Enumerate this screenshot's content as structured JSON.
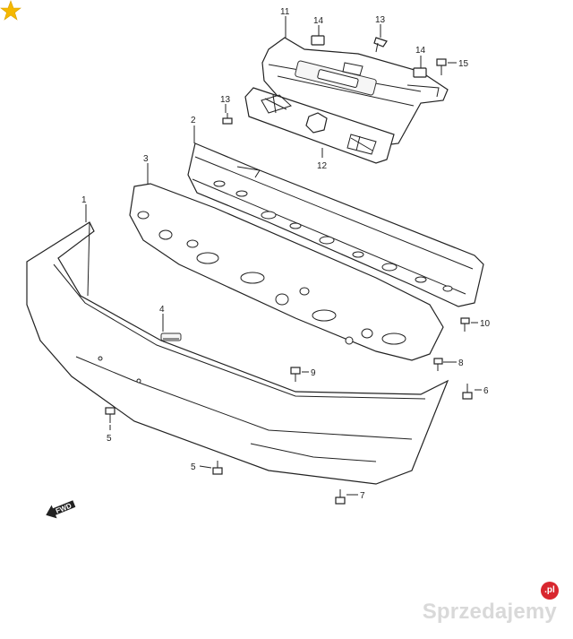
{
  "callouts": {
    "c1": "1",
    "c2": "2",
    "c3": "3",
    "c4": "4",
    "c5a": "5",
    "c5b": "5",
    "c6": "6",
    "c7": "7",
    "c8": "8",
    "c9": "9",
    "c10": "10",
    "c11": "11",
    "c12": "12",
    "c13a": "13",
    "c13b": "13",
    "c14a": "14",
    "c14b": "14",
    "c15": "15"
  },
  "fwd_label": "FWD",
  "watermark": {
    "text": "Sprzedajemy",
    "badge": ".pl"
  },
  "colors": {
    "star": "#f5b800",
    "badge": "#d8262e",
    "watermark": "#d9d9d9"
  },
  "icons": {
    "corner": "star-icon",
    "direction": "fwd-arrow-icon"
  }
}
